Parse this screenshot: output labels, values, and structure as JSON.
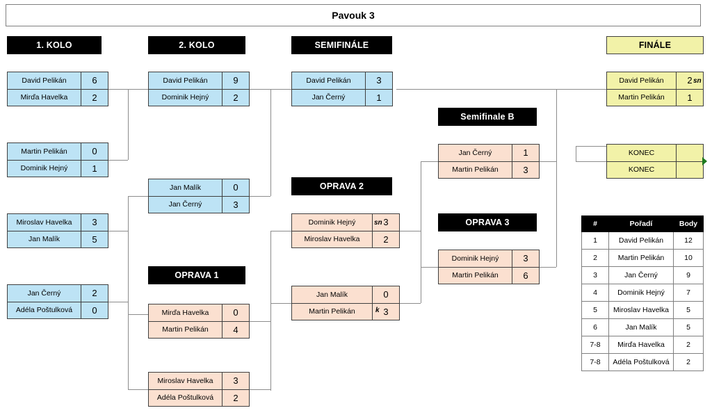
{
  "title": "Pavouk 3",
  "round_headers": {
    "r1": "1. KOLO",
    "r2": "2. KOLO",
    "semi": "SEMIFINÁLE",
    "finale": "FINÁLE",
    "semifinale_b": "Semifinale B",
    "oprava1": "OPRAVA 1",
    "oprava2": "OPRAVA 2",
    "oprava3": "OPRAVA 3"
  },
  "round1": [
    {
      "p1": "David Pelikán",
      "s1": "6",
      "p2": "Mirďa Havelka",
      "s2": "2"
    },
    {
      "p1": "Martin Pelikán",
      "s1": "0",
      "p2": "Dominik Hejný",
      "s2": "1"
    },
    {
      "p1": "Miroslav Havelka",
      "s1": "3",
      "p2": "Jan Malík",
      "s2": "5"
    },
    {
      "p1": "Jan Černý",
      "s1": "2",
      "p2": "Adéla Poštulková",
      "s2": "0"
    }
  ],
  "round2": [
    {
      "p1": "David Pelikán",
      "s1": "9",
      "p2": "Dominik Hejný",
      "s2": "2"
    },
    {
      "p1": "Jan Malík",
      "s1": "0",
      "p2": "Jan Černý",
      "s2": "3"
    }
  ],
  "oprava1": [
    {
      "p1": "Mirďa Havelka",
      "s1": "0",
      "p2": "Martin Pelikán",
      "s2": "4"
    },
    {
      "p1": "Miroslav Havelka",
      "s1": "3",
      "p2": "Adéla Poštulková",
      "s2": "2"
    }
  ],
  "semifinale": [
    {
      "p1": "David Pelikán",
      "s1": "3",
      "p2": "Jan Černý",
      "s2": "1"
    }
  ],
  "semifinale_b": [
    {
      "p1": "Jan Černý",
      "s1": "1",
      "p2": "Martin Pelikán",
      "s2": "3"
    }
  ],
  "oprava2": [
    {
      "p1": "Dominik Hejný",
      "s1": "3",
      "a1": "sn",
      "p2": "Miroslav Havelka",
      "s2": "2"
    },
    {
      "p1": "Jan Malík",
      "s1": "0",
      "p2": "Martin Pelikán",
      "s2": "3",
      "a2": "k"
    }
  ],
  "oprava3": [
    {
      "p1": "Dominik Hejný",
      "s1": "3",
      "p2": "Martin Pelikán",
      "s2": "6"
    }
  ],
  "finale": [
    {
      "p1": "David Pelikán",
      "s1": "2",
      "a1": "sn",
      "p2": "Martin Pelikán",
      "s2": "1"
    }
  ],
  "konec": {
    "p1": "KONEC",
    "s1": "",
    "p2": "KONEC",
    "s2": ""
  },
  "standings": {
    "headers": {
      "rank": "#",
      "name": "Pořadí",
      "points": "Body"
    },
    "rows": [
      {
        "rank": "1",
        "name": "David Pelikán",
        "points": "12"
      },
      {
        "rank": "2",
        "name": "Martin Pelikán",
        "points": "10"
      },
      {
        "rank": "3",
        "name": "Jan Černý",
        "points": "9"
      },
      {
        "rank": "4",
        "name": "Dominik Hejný",
        "points": "7"
      },
      {
        "rank": "5",
        "name": "Miroslav Havelka",
        "points": "5"
      },
      {
        "rank": "6",
        "name": "Jan Malík",
        "points": "5"
      },
      {
        "rank": "7-8",
        "name": "Mirďa Havelka",
        "points": "2"
      },
      {
        "rank": "7-8",
        "name": "Adéla Poštulková",
        "points": "2"
      }
    ]
  },
  "colors": {
    "winner_bracket": "#bde3f5",
    "repechage": "#fbe0d0",
    "finale": "#f2f2a8",
    "header_bg": "#000000",
    "connector": "#8c8c8c",
    "marker": "#1f7a1f"
  }
}
